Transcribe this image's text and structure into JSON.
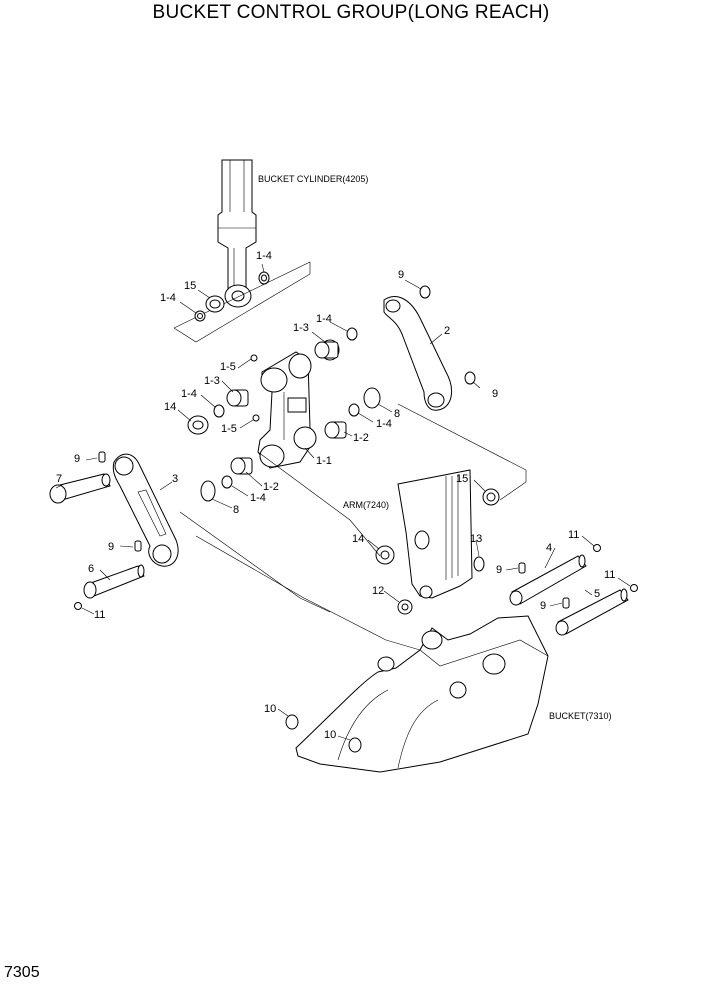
{
  "title": "BUCKET CONTROL GROUP(LONG REACH)",
  "page_number": "7305",
  "references": {
    "cylinder": "BUCKET CYLINDER(4205)",
    "arm": "ARM(7240)",
    "bucket": "BUCKET(7310)"
  },
  "callouts": [
    "1-4",
    "15",
    "1-4",
    "1-4",
    "1-3",
    "9",
    "2",
    "1-5",
    "1-3",
    "1-4",
    "9",
    "14",
    "1-5",
    "8",
    "1-4",
    "1-2",
    "1-1",
    "9",
    "7",
    "3",
    "8",
    "1-2",
    "1-4",
    "15",
    "14",
    "9",
    "6",
    "11",
    "13",
    "4",
    "11",
    "12",
    "9",
    "11",
    "5",
    "9",
    "10",
    "10"
  ]
}
